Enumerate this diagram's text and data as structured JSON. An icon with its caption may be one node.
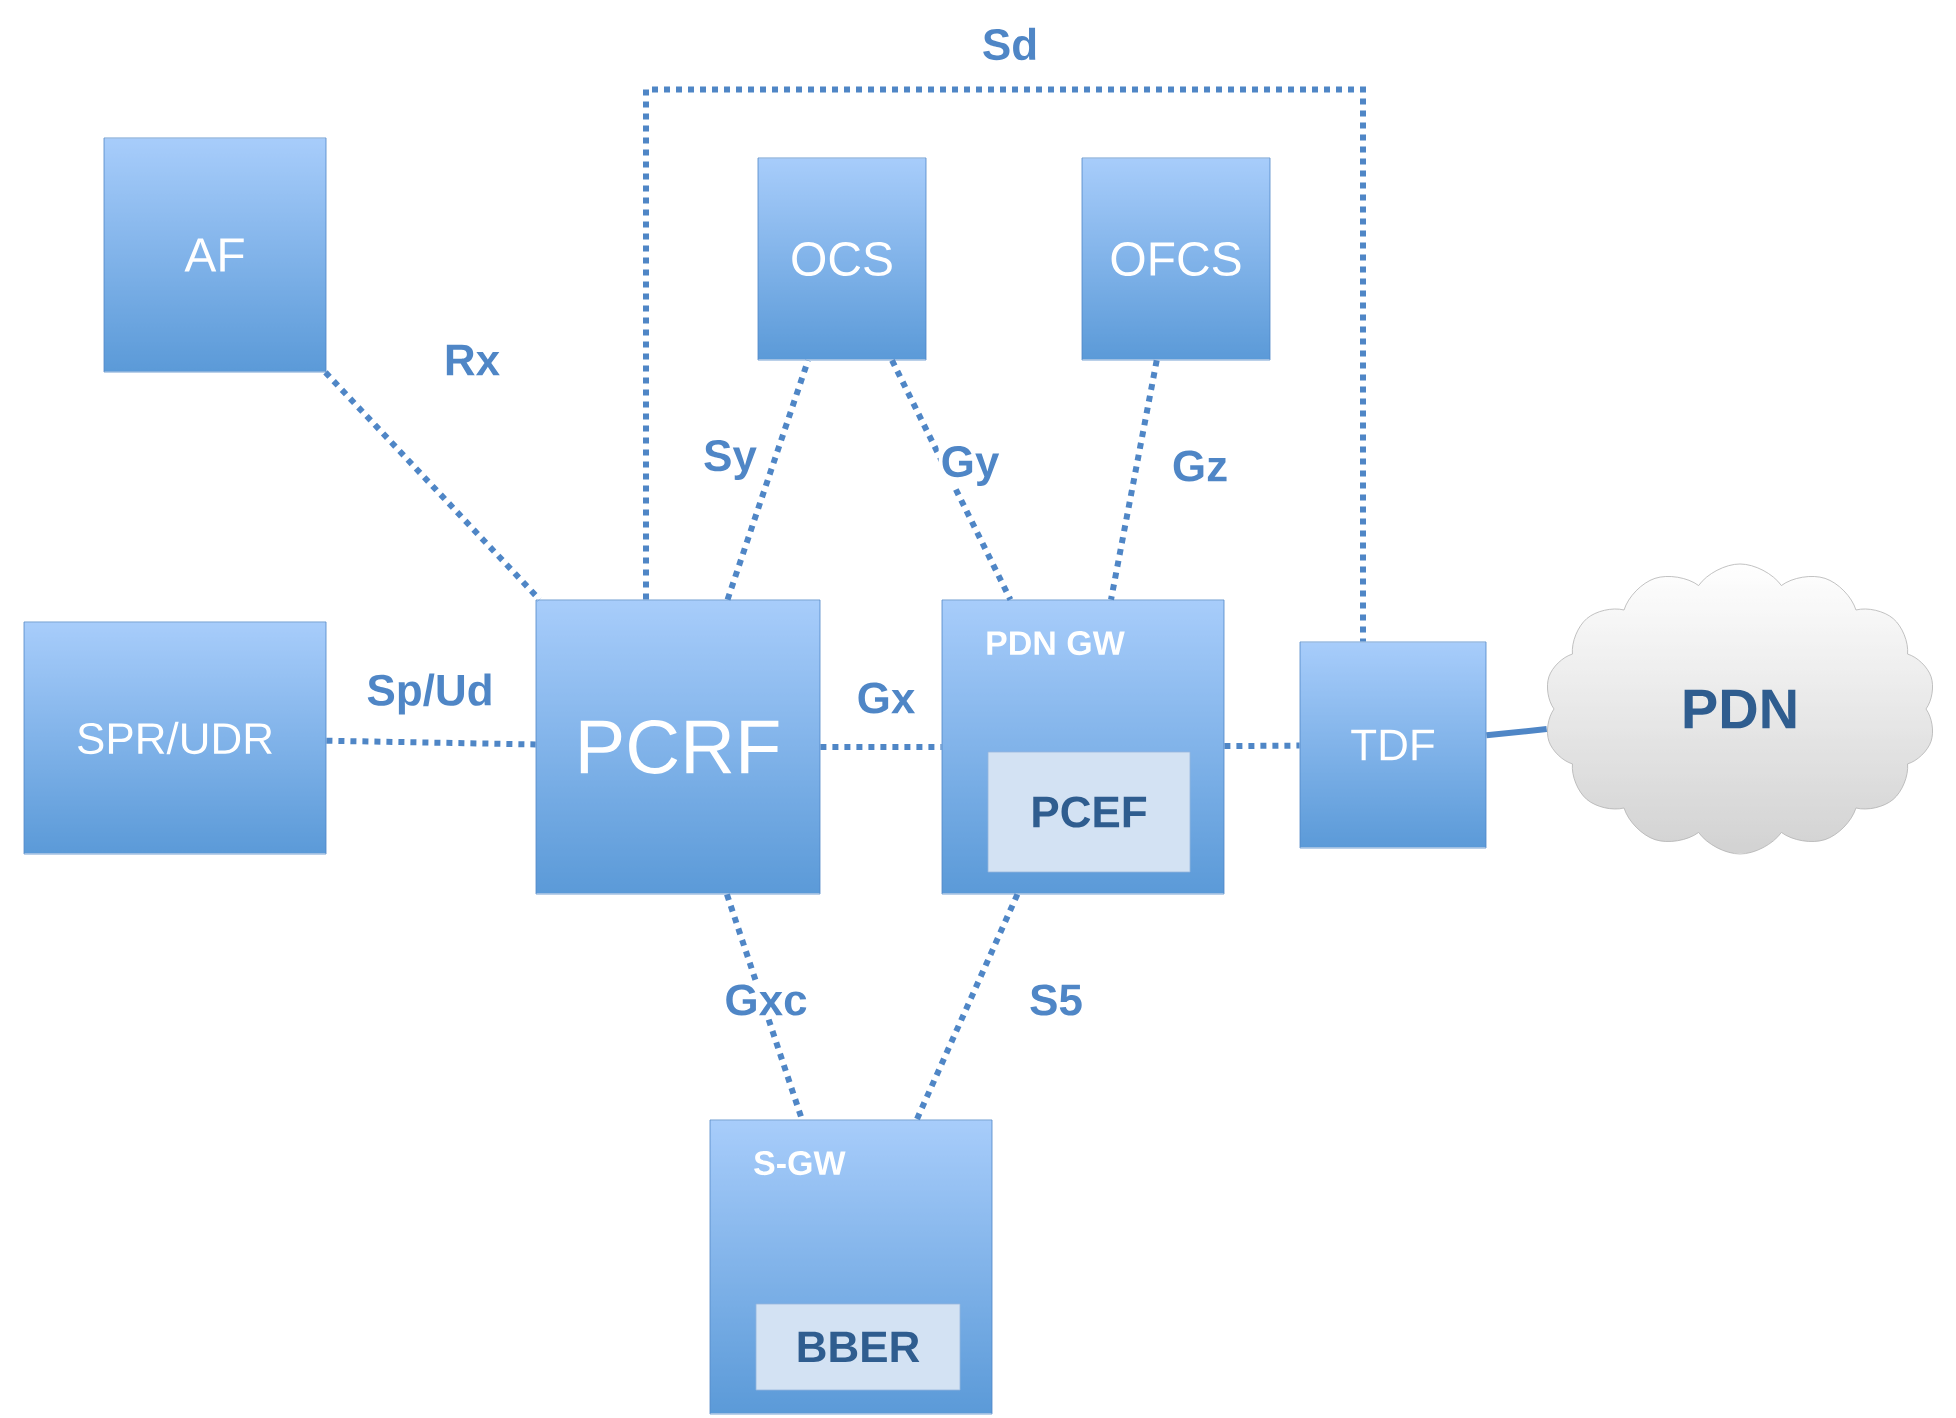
{
  "diagram": {
    "nodes": [
      {
        "text": [
          "AF"
        ]
      },
      {
        "text": [
          "OCS"
        ]
      },
      {
        "text": [
          "OFCS"
        ]
      },
      {
        "text": [
          "SPR/UDR"
        ]
      },
      {
        "text": [
          "PCRF"
        ]
      },
      {
        "text": [
          "PDN GW"
        ]
      },
      {
        "text": [
          "PCEF"
        ],
        "in": 5
      },
      {
        "text": [
          "TDF"
        ]
      },
      {
        "text": [
          "PDN"
        ]
      },
      {
        "text": [
          "S-GW"
        ]
      },
      {
        "text": [
          "BBER"
        ],
        "in": 9
      }
    ],
    "edges": [
      {
        "from": 0,
        "to": 4,
        "arrow": "none",
        "label": "Rx",
        "style": "dashed"
      },
      {
        "from": 4,
        "to": 1,
        "arrow": "none",
        "label": "Sy",
        "style": "dashed"
      },
      {
        "from": 1,
        "to": 5,
        "arrow": "none",
        "label": "Gy",
        "style": "dashed"
      },
      {
        "from": 2,
        "to": 5,
        "arrow": "none",
        "label": "Gz",
        "style": "dashed"
      },
      {
        "from": 4,
        "to": 7,
        "arrow": "none",
        "label": "Sd",
        "style": "dashed"
      },
      {
        "from": 3,
        "to": 4,
        "arrow": "none",
        "label": "Sp/Ud",
        "style": "dashed"
      },
      {
        "from": 4,
        "to": 5,
        "arrow": "none",
        "label": "Gx",
        "style": "dashed"
      },
      {
        "from": 5,
        "to": 7,
        "arrow": "none",
        "style": "dashed"
      },
      {
        "from": 7,
        "to": 8,
        "arrow": "none"
      },
      {
        "from": 4,
        "to": 9,
        "arrow": "none",
        "label": "Gxc",
        "style": "dashed"
      },
      {
        "from": 5,
        "to": 9,
        "arrow": "none",
        "label": "S5",
        "style": "dashed"
      }
    ]
  }
}
